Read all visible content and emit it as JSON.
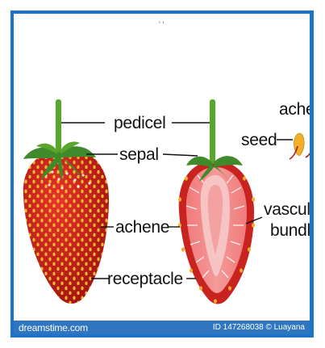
{
  "header": {
    "scribble": "ʻ ʻ"
  },
  "diagram": {
    "labels": {
      "pedicel": "pedicel",
      "sepal": "sepal",
      "achene": "achene",
      "receptacle": "receptacle",
      "achene_top": "achene",
      "seed": "seed",
      "vascular": "vascular",
      "bundles": "bundles"
    },
    "colors": {
      "strawberry_red": "#c8231f",
      "flesh_pink": "#f28a8a",
      "core_light": "#f7c4c4",
      "seed_yellow": "#f0b02a",
      "stem_green": "#5aa62d",
      "leaf_green": "#3f8a2a"
    }
  },
  "footer": {
    "logo": "dreamstime.com",
    "id_text": "ID 147268038 © Luayana"
  }
}
